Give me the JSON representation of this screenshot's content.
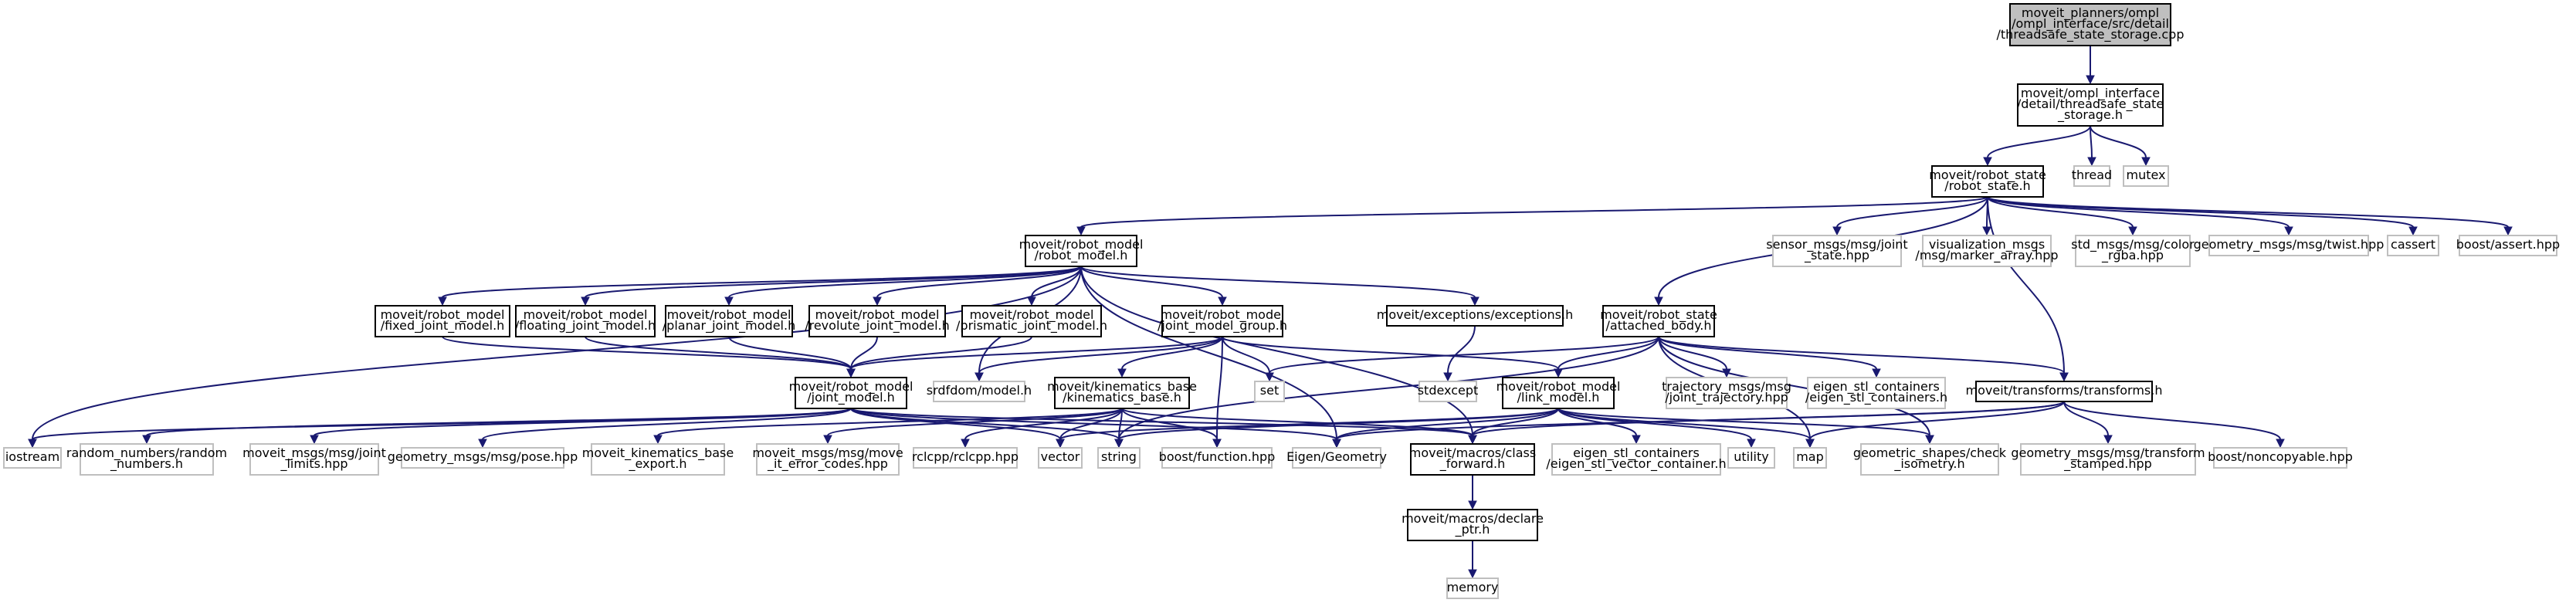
{
  "graph": {
    "colors": {
      "edge": "#191970",
      "node_border": "#000000",
      "external_border": "#bfbfbf",
      "root_fill": "#bfbfbf",
      "background": "#ffffff"
    },
    "nodes": [
      {
        "id": "root",
        "lines": [
          "moveit_planners/ompl",
          "/ompl_interface/src/detail",
          "/threadsafe_state_storage.cpp"
        ],
        "kind": "root"
      },
      {
        "id": "tss_h",
        "lines": [
          "moveit/ompl_interface",
          "/detail/threadsafe_state",
          "_storage.h"
        ],
        "kind": "file"
      },
      {
        "id": "thread",
        "lines": [
          "thread"
        ],
        "kind": "external"
      },
      {
        "id": "mutex",
        "lines": [
          "mutex"
        ],
        "kind": "external"
      },
      {
        "id": "robot_state",
        "lines": [
          "moveit/robot_state",
          "/robot_state.h"
        ],
        "kind": "file"
      },
      {
        "id": "robot_model",
        "lines": [
          "moveit/robot_model",
          "/robot_model.h"
        ],
        "kind": "file"
      },
      {
        "id": "sensor_js",
        "lines": [
          "sensor_msgs/msg/joint",
          "_state.hpp"
        ],
        "kind": "external"
      },
      {
        "id": "vis_ma",
        "lines": [
          "visualization_msgs",
          "/msg/marker_array.hpp"
        ],
        "kind": "external"
      },
      {
        "id": "std_color",
        "lines": [
          "std_msgs/msg/color",
          "_rgba.hpp"
        ],
        "kind": "external"
      },
      {
        "id": "geo_twist",
        "lines": [
          "geometry_msgs/msg/twist.hpp"
        ],
        "kind": "external"
      },
      {
        "id": "cassert",
        "lines": [
          "cassert"
        ],
        "kind": "external"
      },
      {
        "id": "boost_assert",
        "lines": [
          "boost/assert.hpp"
        ],
        "kind": "external"
      },
      {
        "id": "exceptions",
        "lines": [
          "moveit/exceptions/exceptions.h"
        ],
        "kind": "file"
      },
      {
        "id": "attached_body",
        "lines": [
          "moveit/robot_state",
          "/attached_body.h"
        ],
        "kind": "file"
      },
      {
        "id": "fixed_jm",
        "lines": [
          "moveit/robot_model",
          "/fixed_joint_model.h"
        ],
        "kind": "file"
      },
      {
        "id": "floating_jm",
        "lines": [
          "moveit/robot_model",
          "/floating_joint_model.h"
        ],
        "kind": "file"
      },
      {
        "id": "planar_jm",
        "lines": [
          "moveit/robot_model",
          "/planar_joint_model.h"
        ],
        "kind": "file"
      },
      {
        "id": "revolute_jm",
        "lines": [
          "moveit/robot_model",
          "/revolute_joint_model.h"
        ],
        "kind": "file"
      },
      {
        "id": "prismatic_jm",
        "lines": [
          "moveit/robot_model",
          "/prismatic_joint_model.h"
        ],
        "kind": "file"
      },
      {
        "id": "jmg",
        "lines": [
          "moveit/robot_model",
          "/joint_model_group.h"
        ],
        "kind": "file"
      },
      {
        "id": "stdexcept",
        "lines": [
          "stdexcept"
        ],
        "kind": "external"
      },
      {
        "id": "joint_model",
        "lines": [
          "moveit/robot_model",
          "/joint_model.h"
        ],
        "kind": "file"
      },
      {
        "id": "srdfdom",
        "lines": [
          "srdfdom/model.h"
        ],
        "kind": "external"
      },
      {
        "id": "kin_base",
        "lines": [
          "moveit/kinematics_base",
          "/kinematics_base.h"
        ],
        "kind": "file"
      },
      {
        "id": "set",
        "lines": [
          "set"
        ],
        "kind": "external"
      },
      {
        "id": "link_model",
        "lines": [
          "moveit/robot_model",
          "/link_model.h"
        ],
        "kind": "file"
      },
      {
        "id": "traj_jt",
        "lines": [
          "trajectory_msgs/msg",
          "/joint_trajectory.hpp"
        ],
        "kind": "external"
      },
      {
        "id": "eigen_stl_c",
        "lines": [
          "eigen_stl_containers",
          "/eigen_stl_containers.h"
        ],
        "kind": "external"
      },
      {
        "id": "transforms",
        "lines": [
          "moveit/transforms/transforms.h"
        ],
        "kind": "file"
      },
      {
        "id": "iostream",
        "lines": [
          "iostream"
        ],
        "kind": "external"
      },
      {
        "id": "rand_num",
        "lines": [
          "random_numbers/random",
          "_numbers.h"
        ],
        "kind": "external"
      },
      {
        "id": "jl_hpp",
        "lines": [
          "moveit_msgs/msg/joint",
          "_limits.hpp"
        ],
        "kind": "external"
      },
      {
        "id": "geo_pose",
        "lines": [
          "geometry_msgs/msg/pose.hpp"
        ],
        "kind": "external"
      },
      {
        "id": "kb_export",
        "lines": [
          "moveit_kinematics_base",
          "_export.h"
        ],
        "kind": "external"
      },
      {
        "id": "move_err",
        "lines": [
          "moveit_msgs/msg/move",
          "_it_error_codes.hpp"
        ],
        "kind": "external"
      },
      {
        "id": "rclcpp",
        "lines": [
          "rclcpp/rclcpp.hpp"
        ],
        "kind": "external"
      },
      {
        "id": "vector",
        "lines": [
          "vector"
        ],
        "kind": "external"
      },
      {
        "id": "string",
        "lines": [
          "string"
        ],
        "kind": "external"
      },
      {
        "id": "boost_fn",
        "lines": [
          "boost/function.hpp"
        ],
        "kind": "external"
      },
      {
        "id": "eigen_geo",
        "lines": [
          "Eigen/Geometry"
        ],
        "kind": "external"
      },
      {
        "id": "class_fwd",
        "lines": [
          "moveit/macros/class",
          "_forward.h"
        ],
        "kind": "file"
      },
      {
        "id": "eigen_stl_vc",
        "lines": [
          "eigen_stl_containers",
          "/eigen_stl_vector_container.h"
        ],
        "kind": "external"
      },
      {
        "id": "utility",
        "lines": [
          "utility"
        ],
        "kind": "external"
      },
      {
        "id": "map",
        "lines": [
          "map"
        ],
        "kind": "external"
      },
      {
        "id": "geo_shapes",
        "lines": [
          "geometric_shapes/check",
          "_isometry.h"
        ],
        "kind": "external"
      },
      {
        "id": "geo_tf_st",
        "lines": [
          "geometry_msgs/msg/transform",
          "_stamped.hpp"
        ],
        "kind": "external"
      },
      {
        "id": "boost_nc",
        "lines": [
          "boost/noncopyable.hpp"
        ],
        "kind": "external"
      },
      {
        "id": "declare_ptr",
        "lines": [
          "moveit/macros/declare",
          "_ptr.h"
        ],
        "kind": "file"
      },
      {
        "id": "memory",
        "lines": [
          "memory"
        ],
        "kind": "external"
      }
    ],
    "edges": [
      [
        "root",
        "tss_h"
      ],
      [
        "tss_h",
        "robot_state"
      ],
      [
        "tss_h",
        "thread"
      ],
      [
        "tss_h",
        "mutex"
      ],
      [
        "robot_state",
        "robot_model"
      ],
      [
        "robot_state",
        "sensor_js"
      ],
      [
        "robot_state",
        "vis_ma"
      ],
      [
        "robot_state",
        "std_color"
      ],
      [
        "robot_state",
        "geo_twist"
      ],
      [
        "robot_state",
        "cassert"
      ],
      [
        "robot_state",
        "boost_assert"
      ],
      [
        "robot_state",
        "attached_body"
      ],
      [
        "robot_state",
        "transforms"
      ],
      [
        "robot_model",
        "fixed_jm"
      ],
      [
        "robot_model",
        "floating_jm"
      ],
      [
        "robot_model",
        "planar_jm"
      ],
      [
        "robot_model",
        "revolute_jm"
      ],
      [
        "robot_model",
        "prismatic_jm"
      ],
      [
        "robot_model",
        "jmg"
      ],
      [
        "robot_model",
        "exceptions"
      ],
      [
        "robot_model",
        "iostream"
      ],
      [
        "robot_model",
        "srdfdom"
      ],
      [
        "robot_model",
        "eigen_geo"
      ],
      [
        "robot_model",
        "class_fwd"
      ],
      [
        "exceptions",
        "stdexcept"
      ],
      [
        "fixed_jm",
        "joint_model"
      ],
      [
        "floating_jm",
        "joint_model"
      ],
      [
        "planar_jm",
        "joint_model"
      ],
      [
        "revolute_jm",
        "joint_model"
      ],
      [
        "prismatic_jm",
        "joint_model"
      ],
      [
        "jmg",
        "joint_model"
      ],
      [
        "jmg",
        "srdfdom"
      ],
      [
        "jmg",
        "kin_base"
      ],
      [
        "jmg",
        "set"
      ],
      [
        "jmg",
        "link_model"
      ],
      [
        "jmg",
        "boost_fn"
      ],
      [
        "attached_body",
        "link_model"
      ],
      [
        "attached_body",
        "set"
      ],
      [
        "attached_body",
        "traj_jt"
      ],
      [
        "attached_body",
        "eigen_stl_c"
      ],
      [
        "attached_body",
        "transforms"
      ],
      [
        "attached_body",
        "string"
      ],
      [
        "attached_body",
        "geo_shapes"
      ],
      [
        "attached_body",
        "map"
      ],
      [
        "joint_model",
        "iostream"
      ],
      [
        "joint_model",
        "rand_num"
      ],
      [
        "joint_model",
        "jl_hpp"
      ],
      [
        "joint_model",
        "geo_pose"
      ],
      [
        "joint_model",
        "vector"
      ],
      [
        "joint_model",
        "string"
      ],
      [
        "joint_model",
        "eigen_geo"
      ],
      [
        "joint_model",
        "class_fwd"
      ],
      [
        "kin_base",
        "kb_export"
      ],
      [
        "kin_base",
        "move_err"
      ],
      [
        "kin_base",
        "rclcpp"
      ],
      [
        "kin_base",
        "vector"
      ],
      [
        "kin_base",
        "string"
      ],
      [
        "kin_base",
        "boost_fn"
      ],
      [
        "kin_base",
        "class_fwd"
      ],
      [
        "link_model",
        "vector"
      ],
      [
        "link_model",
        "string"
      ],
      [
        "link_model",
        "eigen_geo"
      ],
      [
        "link_model",
        "class_fwd"
      ],
      [
        "link_model",
        "eigen_stl_vc"
      ],
      [
        "link_model",
        "utility"
      ],
      [
        "link_model",
        "map"
      ],
      [
        "link_model",
        "geo_shapes"
      ],
      [
        "transforms",
        "eigen_geo"
      ],
      [
        "transforms",
        "class_fwd"
      ],
      [
        "transforms",
        "map"
      ],
      [
        "transforms",
        "geo_tf_st"
      ],
      [
        "transforms",
        "boost_nc"
      ],
      [
        "class_fwd",
        "declare_ptr"
      ],
      [
        "declare_ptr",
        "memory"
      ]
    ]
  }
}
